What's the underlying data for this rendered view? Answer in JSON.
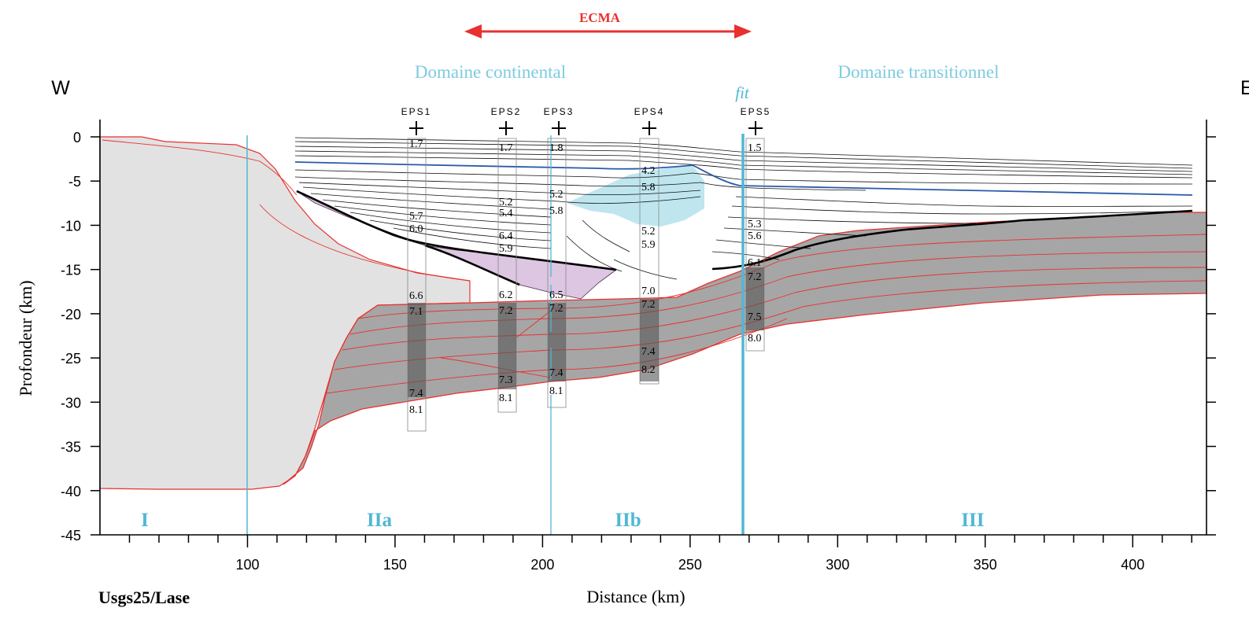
{
  "figure": {
    "ecma_label": "ECMA",
    "domain_left": "Domaine continental",
    "domain_right": "Domaine transitionnel",
    "west": "W",
    "east": "E",
    "fit_label": "fit",
    "profile_name": "Usgs25/Lase",
    "xlabel": "Distance (km)",
    "ylabel": "Profondeur (km)",
    "colors": {
      "cyan": "#4fb8d4",
      "red": "#e8312f",
      "blue_horizon": "#2a5aa8",
      "crust_fill": "#a6a6a6",
      "light_fill": "#e2e2e2",
      "purple_fill": "#dcc6e2",
      "lightblue_fill": "#bfe6ef"
    }
  },
  "axes": {
    "x": {
      "min": 50,
      "max": 425,
      "ticks": [
        "100",
        "150",
        "200",
        "250",
        "300",
        "350",
        "400"
      ]
    },
    "y": {
      "min": -45,
      "max": 0,
      "ticks": [
        "0",
        "-5",
        "-10",
        "-15",
        "-20",
        "-25",
        "-30",
        "-35",
        "-40",
        "-45"
      ]
    }
  },
  "domains": [
    "I",
    "IIa",
    "IIb",
    "III"
  ],
  "stations": [
    {
      "name": "EPS1",
      "values": [
        "1.7",
        "5.7",
        "6.0",
        "6.6",
        "7.1",
        "7.4",
        "8.1"
      ]
    },
    {
      "name": "EPS2",
      "values": [
        "1.7",
        "5.2",
        "5.4",
        "6.4",
        "5.9",
        "6.2",
        "7.2",
        "7.3",
        "8.1"
      ]
    },
    {
      "name": "EPS3",
      "values": [
        "1.8",
        "5.2",
        "5.8",
        "6.5",
        "7.2",
        "7.4",
        "8.1"
      ]
    },
    {
      "name": "EPS4",
      "values": [
        "4.2",
        "5.8",
        "5.2",
        "5.9",
        "7.0",
        "7.2",
        "7.4",
        "8.2"
      ]
    },
    {
      "name": "EPS5",
      "values": [
        "1.5",
        "5.3",
        "5.6",
        "6.1",
        "7.2",
        "7.5",
        "8.0"
      ]
    }
  ]
}
